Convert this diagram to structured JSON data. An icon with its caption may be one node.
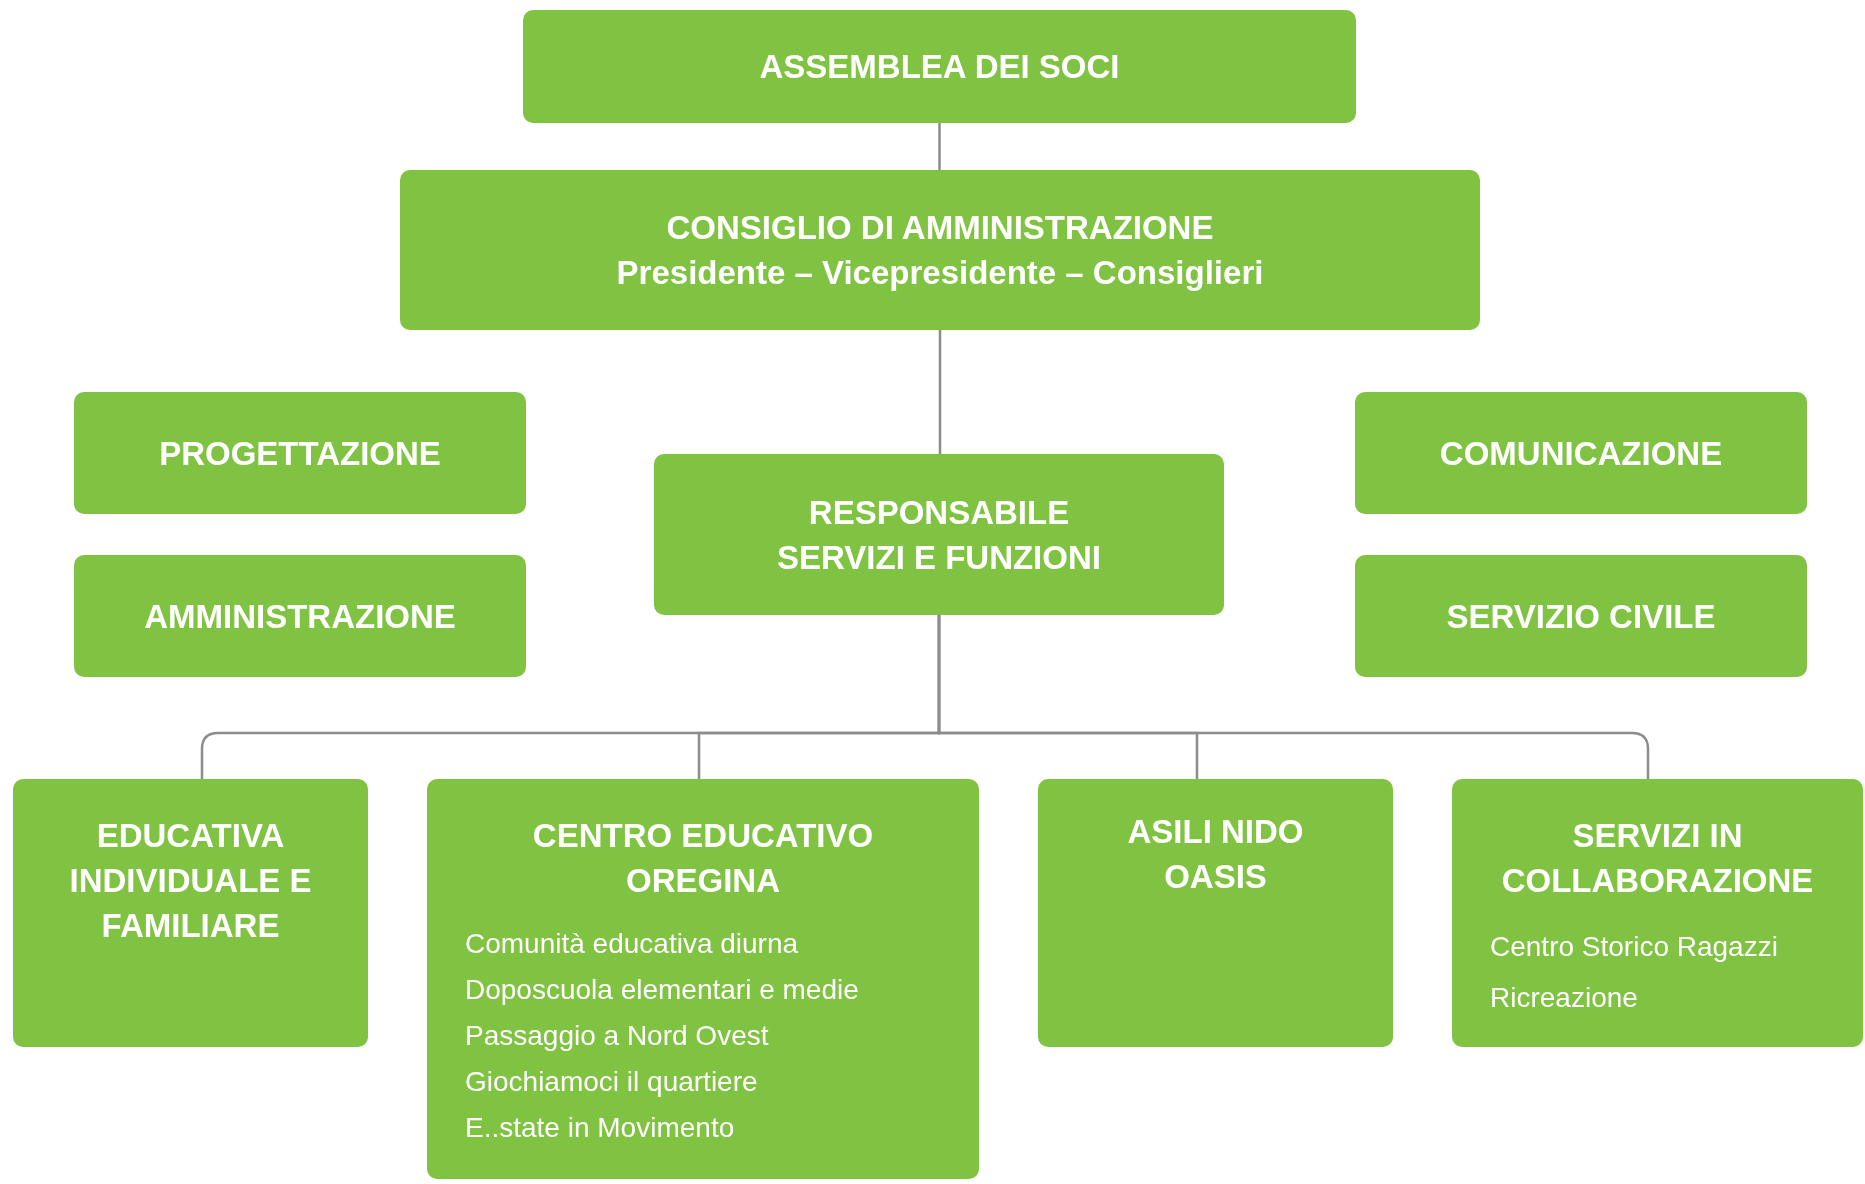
{
  "diagram": {
    "nodes": [
      {
        "text": [
          "ASSEMBLEA DEI SOCI"
        ]
      },
      {
        "text": [
          "CONSIGLIO DI AMMINISTRAZIONE",
          "Presidente – Vicepresidente – Consiglieri"
        ]
      },
      {
        "text": [
          "PROGETTAZIONE"
        ]
      },
      {
        "text": [
          "COMUNICAZIONE"
        ]
      },
      {
        "text": [
          "RESPONSABILE SERVIZI E FUNZIONI"
        ]
      },
      {
        "text": [
          "AMMINISTRAZIONE"
        ]
      },
      {
        "text": [
          "SERVIZIO CIVILE"
        ]
      },
      {
        "text": [
          "EDUCATIVA INDIVIDUALE E FAMILIARE"
        ]
      },
      {
        "text": [
          "CENTRO EDUCATIVO OREGINA",
          "Comunità educativa diurna",
          "Doposcuola elementari e medie",
          "Passaggio a Nord Ovest",
          "Giochiamoci il quartiere",
          "E..state in Movimento"
        ]
      },
      {
        "text": [
          "ASILI NIDO OASIS"
        ]
      },
      {
        "text": [
          "SERVIZI IN COLLABORAZIONE",
          "Centro Storico Ragazzi",
          "Ricreazione"
        ]
      }
    ],
    "edges": [
      {
        "from": 0,
        "to": 1,
        "arrow": "none"
      },
      {
        "from": 1,
        "to": 4,
        "arrow": "none"
      },
      {
        "from": 4,
        "to": 7,
        "arrow": "none"
      },
      {
        "from": 4,
        "to": 8,
        "arrow": "none"
      },
      {
        "from": 4,
        "to": 9,
        "arrow": "none"
      },
      {
        "from": 4,
        "to": 10,
        "arrow": "none"
      }
    ]
  }
}
